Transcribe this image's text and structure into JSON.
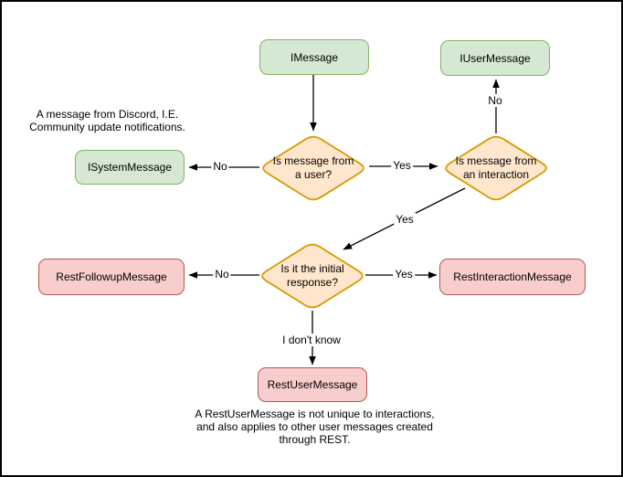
{
  "diagram": {
    "nodes": {
      "imessage": {
        "label": "IMessage"
      },
      "iusermessage": {
        "label": "IUserMessage"
      },
      "isystemmessage": {
        "label": "ISystemMessage"
      },
      "q_user": {
        "line1": "Is message from",
        "line2": "a user?"
      },
      "q_interaction": {
        "line1": "Is message from",
        "line2": "an interaction"
      },
      "q_initial": {
        "line1": "Is it the initial",
        "line2": "response?"
      },
      "restfollowup": {
        "label": "RestFollowupMessage"
      },
      "restinteraction": {
        "label": "RestInteractionMessage"
      },
      "restuser": {
        "label": "RestUserMessage"
      }
    },
    "edge_labels": {
      "user_no": "No",
      "user_yes": "Yes",
      "interaction_no": "No",
      "interaction_yes": "Yes",
      "initial_no": "No",
      "initial_yes": "Yes",
      "initial_unknown": "I don't know"
    },
    "notes": {
      "system": {
        "line1": "A message from Discord, I.E.",
        "line2": "Community update notifications."
      },
      "rest": {
        "line1": "A RestUserMessage is not unique to interactions,",
        "line2": "and also applies to other user messages created",
        "line3": "through REST."
      }
    }
  },
  "colors": {
    "interface_fill": "#d5e8d4",
    "interface_stroke": "#82b366",
    "decision_fill": "#ffe6cc",
    "decision_stroke": "#d79b00",
    "rest_fill": "#f8cecc",
    "rest_stroke": "#b85450",
    "edge": "#000000",
    "text": "#000000",
    "canvas_bg": "#ffffff",
    "canvas_border": "#000000"
  }
}
